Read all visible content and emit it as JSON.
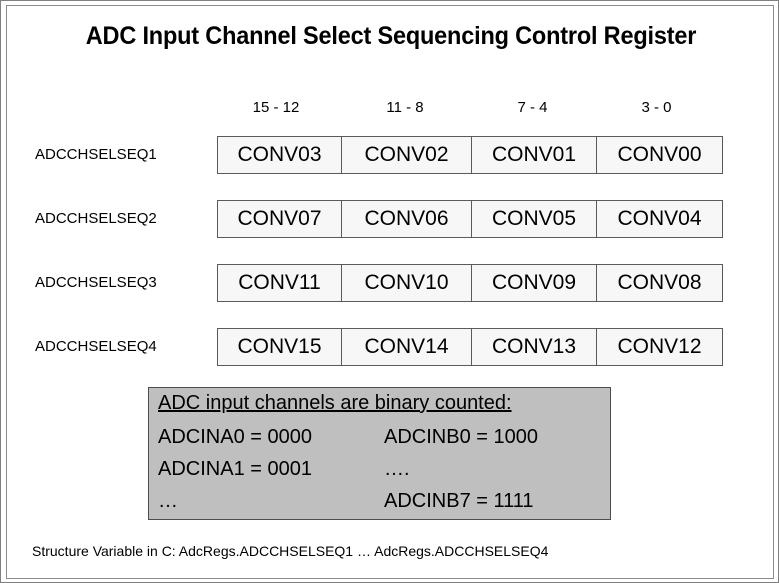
{
  "page": {
    "title": "ADC Input Channel Select Sequencing Control Register"
  },
  "bit_headers": [
    "15 - 12",
    "11 - 8",
    "7 - 4",
    "3 - 0"
  ],
  "registers": [
    {
      "label": "ADCCHSELSEQ1",
      "fields": [
        "CONV03",
        "CONV02",
        "CONV01",
        "CONV00"
      ]
    },
    {
      "label": "ADCCHSELSEQ2",
      "fields": [
        "CONV07",
        "CONV06",
        "CONV05",
        "CONV04"
      ]
    },
    {
      "label": "ADCCHSELSEQ3",
      "fields": [
        "CONV11",
        "CONV10",
        "CONV09",
        "CONV08"
      ]
    },
    {
      "label": "ADCCHSELSEQ4",
      "fields": [
        "CONV15",
        "CONV14",
        "CONV13",
        "CONV12"
      ]
    }
  ],
  "info_box": {
    "heading": "ADC input channels are binary counted:",
    "left_column": [
      "ADCINA0 = 0000",
      "ADCINA1 = 0001",
      "…"
    ],
    "right_column": [
      "ADCINB0 = 1000",
      "….",
      "ADCINB7 = 1111"
    ]
  },
  "footer": {
    "text": "Structure Variable in C: AdcRegs.ADCCHSELSEQ1 … AdcRegs.ADCCHSELSEQ4"
  },
  "colors": {
    "page_background": "#ffffff",
    "page_border": "#8c8c8c",
    "cell_fill": "#f7f7f7",
    "cell_border": "#5a5a5a",
    "infobox_fill": "#bfbfbf",
    "infobox_border": "#4d4d4d",
    "text": "#000000"
  }
}
